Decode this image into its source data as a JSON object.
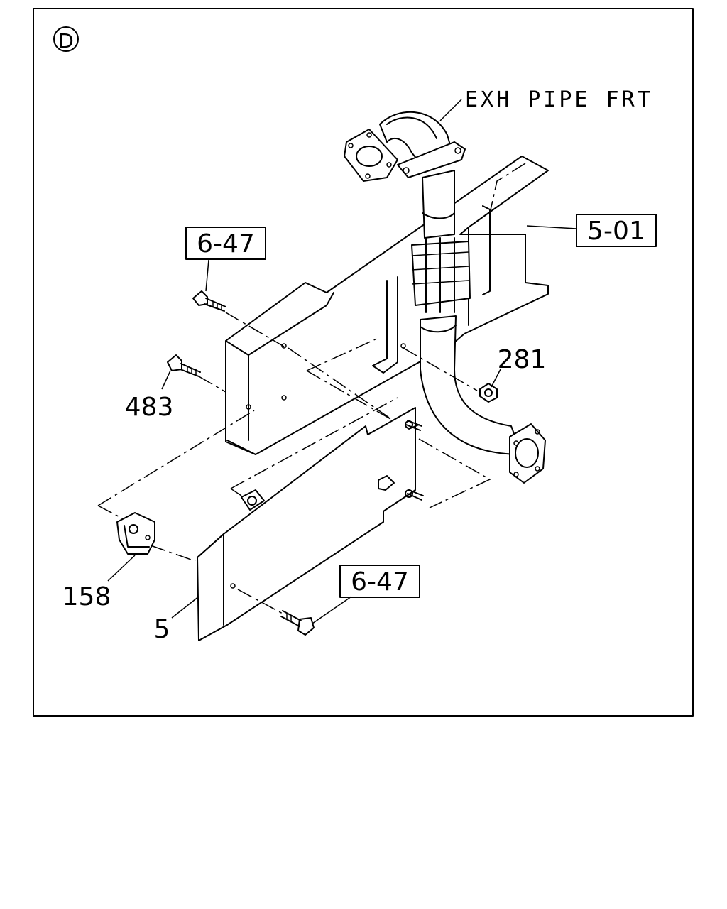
{
  "diagram": {
    "view_marker": "D",
    "part_name": "EXH PIPE FRT",
    "callouts": [
      {
        "id": "ref-6-47-top",
        "text": "6-47",
        "boxed": true
      },
      {
        "id": "ref-5-01",
        "text": "5-01",
        "boxed": true
      },
      {
        "id": "part-281",
        "text": "281",
        "boxed": false
      },
      {
        "id": "part-483",
        "text": "483",
        "boxed": false
      },
      {
        "id": "part-158",
        "text": "158",
        "boxed": false
      },
      {
        "id": "part-5",
        "text": "5",
        "boxed": false
      },
      {
        "id": "ref-6-47-bottom",
        "text": "6-47",
        "boxed": true
      }
    ]
  }
}
